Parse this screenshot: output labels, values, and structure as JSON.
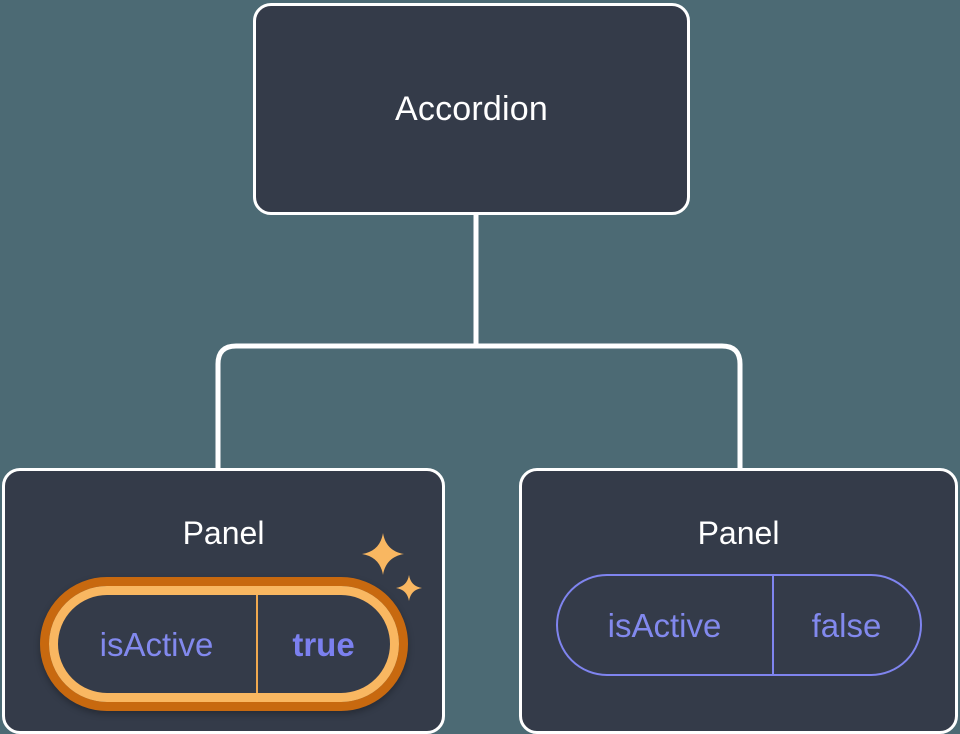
{
  "diagram": {
    "type": "component-tree",
    "background_color": "#4c6a74",
    "node_fill_color": "#343b49",
    "node_border_color": "#ffffff",
    "accent_highlight_color": "#f9b761",
    "accent_highlight_dark_color": "#c8690f",
    "prop_text_color": "#8289ee",
    "root": {
      "label": "Accordion"
    },
    "children": [
      {
        "label": "Panel",
        "highlighted": true,
        "sparkle_big_icon": "sparkle-icon",
        "sparkle_small_icon": "sparkle-icon",
        "prop": {
          "key": "isActive",
          "value": "true"
        }
      },
      {
        "label": "Panel",
        "highlighted": false,
        "prop": {
          "key": "isActive",
          "value": "false"
        }
      }
    ],
    "connectors": {
      "root_stem_icon": "tree-connector-line",
      "branch_icon": "tree-branch-line"
    }
  }
}
